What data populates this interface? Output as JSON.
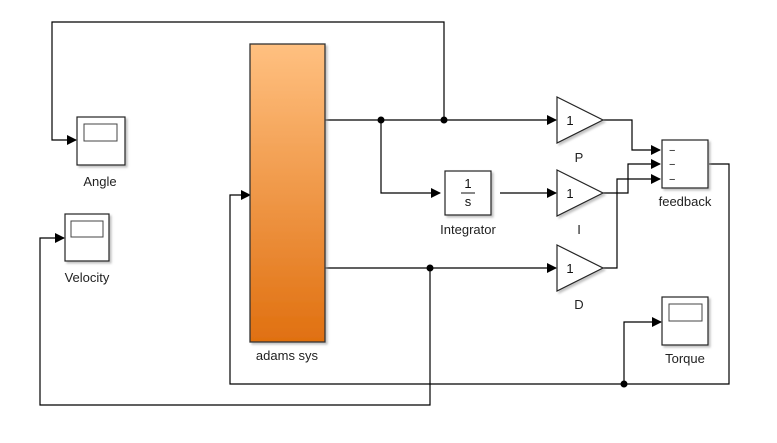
{
  "model": {
    "blocks": {
      "plant": {
        "label": "adams sys",
        "fill_top": "#ffc080",
        "fill_bottom": "#e07010"
      },
      "scope_angle": {
        "label": "Angle"
      },
      "scope_velocity": {
        "label": "Velocity"
      },
      "scope_torque": {
        "label": "Torque"
      },
      "gain_p": {
        "label": "P",
        "value": "1"
      },
      "gain_i": {
        "label": "I",
        "value": "1"
      },
      "gain_d": {
        "label": "D",
        "value": "1"
      },
      "integrator": {
        "label": "Integrator",
        "numerator": "1",
        "denominator": "s"
      },
      "sum": {
        "label": "feedback",
        "signs": [
          "−",
          "−",
          "−"
        ]
      }
    },
    "colors": {
      "wire": "#000000",
      "block_border": "#222222",
      "background": "#ffffff"
    }
  }
}
